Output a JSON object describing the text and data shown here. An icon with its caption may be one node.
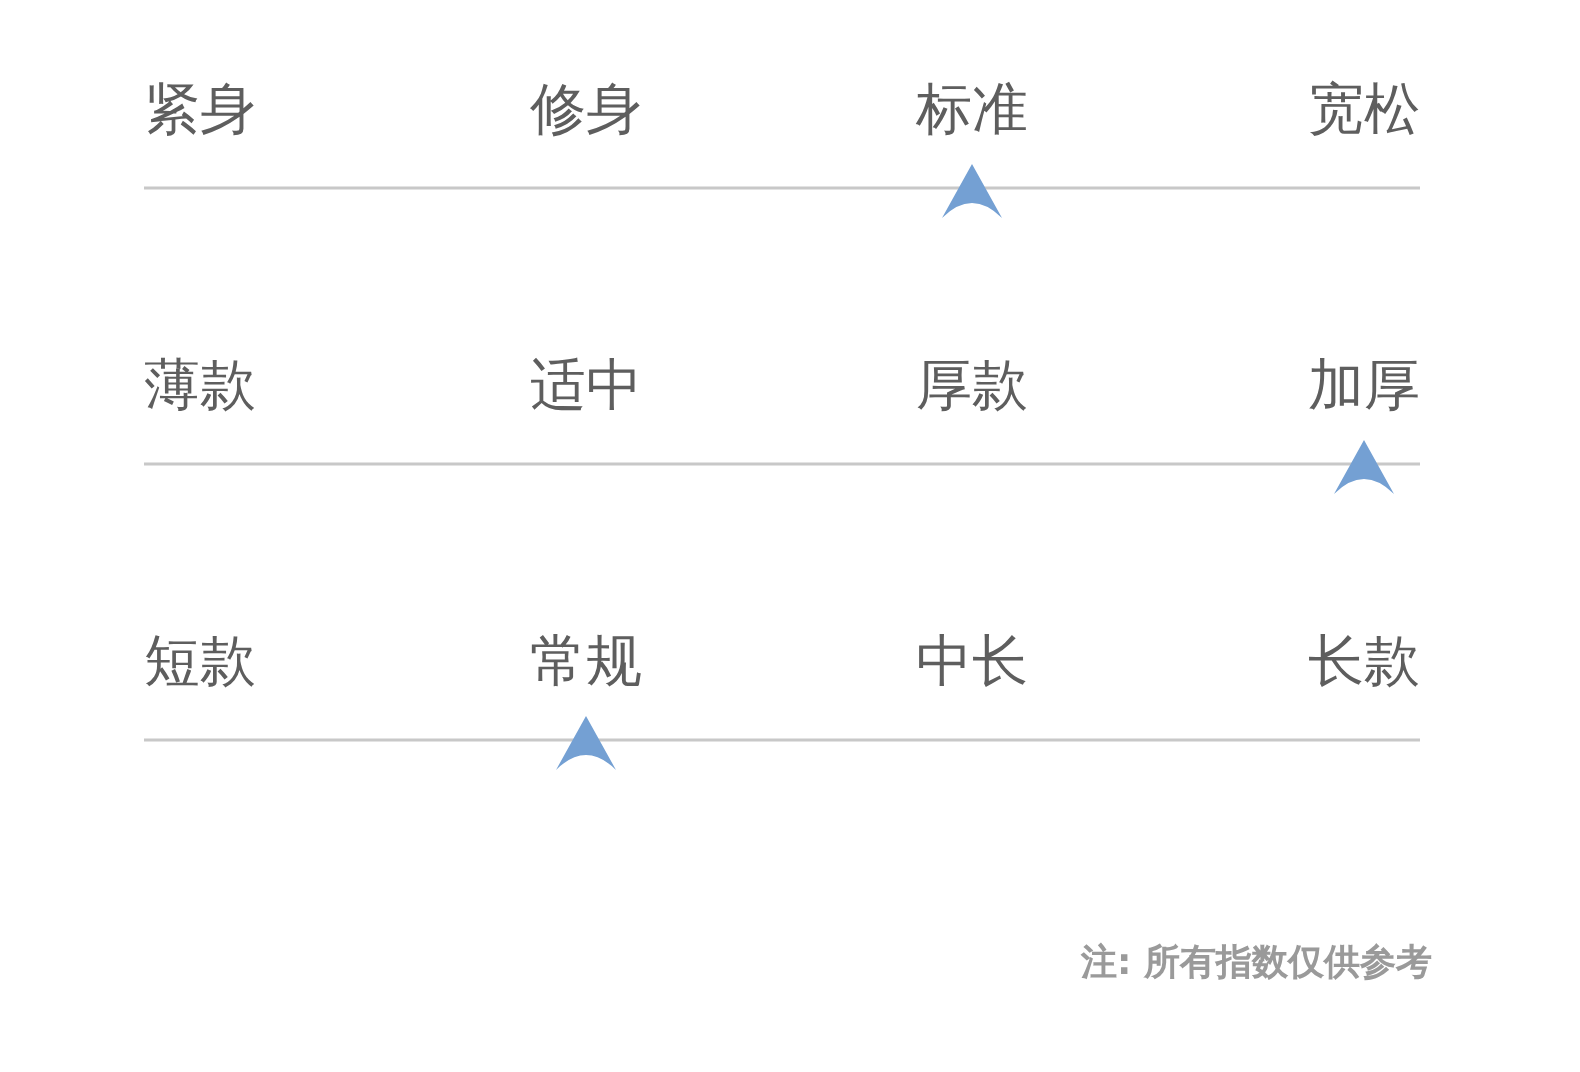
{
  "diagram": {
    "labels": [
      "紧身",
      "修身",
      "标准",
      "宽松",
      "薄款",
      "适中",
      "厚款",
      "加厚",
      "短款",
      "常规",
      "中长",
      "长款",
      "注: 所有指数仅供参考"
    ]
  }
}
